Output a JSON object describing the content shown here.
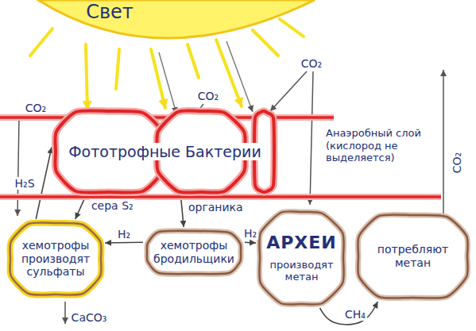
{
  "diagram": {
    "nodes": [
      {
        "text": [
          "Анаэробный слой (кислород не выделяется)"
        ]
      },
      {
        "text": [
          "Фототрофные Бактерии"
        ],
        "in": 0
      },
      {
        "text": [
          "хемотрофы производят сульфаты"
        ]
      },
      {
        "text": [
          "хемотрофы бродильщики"
        ]
      },
      {
        "text": [
          "АРХЕИ",
          "производят метан"
        ]
      },
      {
        "text": [
          "потребляют метан"
        ]
      }
    ],
    "edges": [
      {
        "from": 1,
        "to": 2,
        "label": "сера S₂",
        "arrow": "to"
      },
      {
        "from": 2,
        "to": 1,
        "label": "H₂S",
        "arrow": "to"
      },
      {
        "from": 1,
        "to": 3,
        "label": "органика",
        "arrow": "to"
      },
      {
        "from": 3,
        "to": 2,
        "label": "H₂",
        "arrow": "to"
      },
      {
        "from": 3,
        "to": 4,
        "label": "H₂",
        "arrow": "to"
      },
      {
        "from": 4,
        "to": 5,
        "label": "CH₄",
        "arrow": "to"
      }
    ],
    "labels": [
      "Свет",
      "CO₂",
      "CO₂",
      "CO₂",
      "CO₂",
      "CaCO₃"
    ]
  }
}
